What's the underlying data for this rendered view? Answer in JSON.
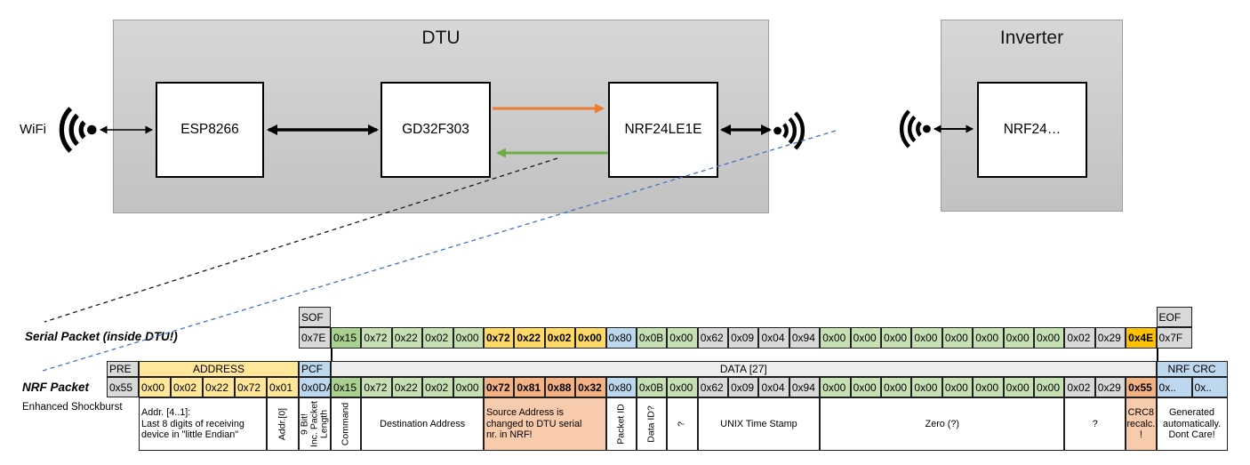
{
  "diagram": {
    "wifi_label": "WiFi",
    "dtu_title": "DTU",
    "esp_label": "ESP8266",
    "gd32_label": "GD32F303",
    "nrf_dtu_label": "NRF24LE1E",
    "inverter_title": "Inverter",
    "nrf_inverter_label": "NRF24…"
  },
  "serial_packet": {
    "label": "Serial Packet (inside DTU!)",
    "sof_header": "SOF",
    "sof_value": "0x7E",
    "eof_header": "EOF",
    "eof_value": "0x7F",
    "bytes": [
      [
        "0x15",
        "gd"
      ],
      [
        "0x72",
        "gn"
      ],
      [
        "0x22",
        "gn"
      ],
      [
        "0x02",
        "gn"
      ],
      [
        "0x00",
        "gn"
      ],
      [
        "0x72",
        "go"
      ],
      [
        "0x22",
        "go"
      ],
      [
        "0x02",
        "go"
      ],
      [
        "0x00",
        "go"
      ],
      [
        "0x80",
        "bl"
      ],
      [
        "0x0B",
        "gn"
      ],
      [
        "0x00",
        "gn"
      ],
      [
        "0x62",
        "gy"
      ],
      [
        "0x09",
        "gy"
      ],
      [
        "0x04",
        "gy"
      ],
      [
        "0x94",
        "gy"
      ],
      [
        "0x00",
        "gn"
      ],
      [
        "0x00",
        "gn"
      ],
      [
        "0x00",
        "gn"
      ],
      [
        "0x00",
        "gn"
      ],
      [
        "0x00",
        "gn"
      ],
      [
        "0x00",
        "gn"
      ],
      [
        "0x00",
        "gn"
      ],
      [
        "0x00",
        "gn"
      ],
      [
        "0x02",
        "gy"
      ],
      [
        "0x29",
        "gy"
      ],
      [
        "0x4E",
        "or"
      ]
    ]
  },
  "nrf_packet": {
    "label": "NRF Packet",
    "sublabel": "Enhanced Shockburst",
    "pre_header": "PRE",
    "pre_value": "0x55",
    "address_header": "ADDRESS",
    "address_values": [
      "0x00",
      "0x02",
      "0x22",
      "0x72",
      "0x01"
    ],
    "pcf_header": "PCF",
    "pcf_value": "0x0DA",
    "data_header": "DATA [27]",
    "bytes": [
      [
        "0x15",
        "gd"
      ],
      [
        "0x72",
        "gn"
      ],
      [
        "0x22",
        "gn"
      ],
      [
        "0x02",
        "gn"
      ],
      [
        "0x00",
        "gn"
      ],
      [
        "0x72",
        "sa"
      ],
      [
        "0x81",
        "sa"
      ],
      [
        "0x88",
        "sa"
      ],
      [
        "0x32",
        "sa"
      ],
      [
        "0x80",
        "bl"
      ],
      [
        "0x0B",
        "gn"
      ],
      [
        "0x00",
        "gn"
      ],
      [
        "0x62",
        "gy"
      ],
      [
        "0x09",
        "gy"
      ],
      [
        "0x04",
        "gy"
      ],
      [
        "0x94",
        "gy"
      ],
      [
        "0x00",
        "gn"
      ],
      [
        "0x00",
        "gn"
      ],
      [
        "0x00",
        "gn"
      ],
      [
        "0x00",
        "gn"
      ],
      [
        "0x00",
        "gn"
      ],
      [
        "0x00",
        "gn"
      ],
      [
        "0x00",
        "gn"
      ],
      [
        "0x00",
        "gn"
      ],
      [
        "0x02",
        "gy"
      ],
      [
        "0x29",
        "gy"
      ],
      [
        "0x55",
        "sa"
      ]
    ],
    "crc_header": "NRF CRC",
    "crc_values": [
      "0x..",
      "0x.."
    ]
  },
  "annotations": [
    {
      "name": "annotation-addr41",
      "col": 2,
      "span": 4,
      "align": "left",
      "text": "Addr. [4..1]:\nLast 8 digits of receiving\ndevice in \"little Endian\""
    },
    {
      "name": "annotation-addr0",
      "col": 6,
      "vertical": true,
      "text": "Addr.[0]"
    },
    {
      "name": "annotation-pcf",
      "col": 7,
      "vertical": true,
      "text": "9 Bit!\nInc. Packet\nLength"
    },
    {
      "name": "annotation-command",
      "col": 8,
      "vertical": true,
      "text": "Command"
    },
    {
      "name": "annotation-destination-address",
      "col": 9,
      "span": 4,
      "text": "Destination Address"
    },
    {
      "name": "annotation-source-address",
      "col": 13,
      "span": 4,
      "align": "left",
      "bg": "sl",
      "text": "Source Address is\nchanged to DTU serial\nnr. in NRF!"
    },
    {
      "name": "annotation-packet-id",
      "col": 17,
      "vertical": true,
      "text": "Packet ID"
    },
    {
      "name": "annotation-data-id",
      "col": 18,
      "vertical": true,
      "text": "Data ID?"
    },
    {
      "name": "annotation-unknown-byte",
      "col": 19,
      "vertical": true,
      "text": "?"
    },
    {
      "name": "annotation-unix-timestamp",
      "col": 20,
      "span": 4,
      "text": "UNIX Time Stamp"
    },
    {
      "name": "annotation-zero",
      "col": 24,
      "span": 8,
      "text": "Zero (?)"
    },
    {
      "name": "annotation-unknown-tail",
      "col": 32,
      "span": 2,
      "text": "?"
    },
    {
      "name": "annotation-crc8",
      "col": 34,
      "bg": "sl",
      "text": "CRC8\nrecalc.\n!"
    },
    {
      "name": "annotation-nrf-crc",
      "col": 35,
      "span": 2,
      "text": "Generated\nautomatically.\nDont Care!"
    }
  ],
  "palette": {
    "green_dark": "#A9D08E",
    "green": "#C6E0B4",
    "yellow": "#FFE699",
    "gold": "#FFD966",
    "blue": "#BDD7EE",
    "gray": "#D9D9D9",
    "light_gray": "#EDEDED",
    "orange": "#FFC000",
    "salmon": "#F4B183",
    "salmon_light": "#F8CBAD",
    "arrow_orange": "#ED7D31",
    "arrow_green": "#70AD47",
    "dash_blue": "#4472C4"
  }
}
